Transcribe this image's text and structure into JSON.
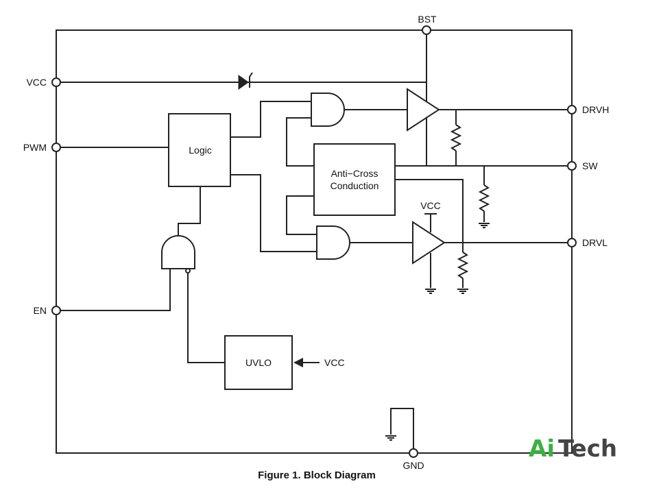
{
  "pins": {
    "bst": "BST",
    "vcc": "VCC",
    "pwm": "PWM",
    "en": "EN",
    "drvh": "DRVH",
    "sw": "SW",
    "drvl": "DRVL",
    "gnd": "GND"
  },
  "blocks": {
    "logic": "Logic",
    "anti_cross_line1": "Anti−Cross",
    "anti_cross_line2": "Conduction",
    "uvlo": "UVLO"
  },
  "supply_labels": {
    "driver_vcc": "VCC",
    "uvlo_vcc": "VCC"
  },
  "caption": "Figure 1. Block Diagram",
  "watermark": {
    "part1": "Ai",
    "part2": "Tech",
    "color1": "#3cb043",
    "color2": "#444444"
  }
}
